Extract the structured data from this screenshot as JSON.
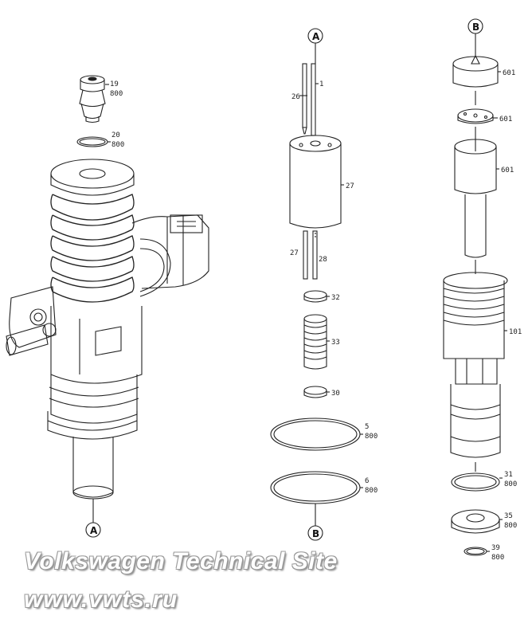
{
  "callouts": {
    "a_top": "A",
    "a_bottom": "A",
    "b_top": "B",
    "b_bottom": "B"
  },
  "parts": {
    "p19": "19",
    "p19_sub": "800",
    "p20": "20",
    "p20_sub": "800",
    "p1": "1",
    "p26": "26",
    "p27": "27",
    "p27b": "27",
    "p28": "28",
    "p32": "32",
    "p33": "33",
    "p30": "30",
    "p5": "5",
    "p5_sub": "800",
    "p6": "6",
    "p6_sub": "800",
    "p601a": "601",
    "p601b": "601",
    "p601c": "601",
    "p101": "101",
    "p31": "31",
    "p31_sub": "800",
    "p35": "35",
    "p35_sub": "800",
    "p39": "39",
    "p39_sub": "800"
  },
  "watermark": {
    "line1": "Volkswagen Technical Site",
    "line2": "www.vwts.ru"
  }
}
